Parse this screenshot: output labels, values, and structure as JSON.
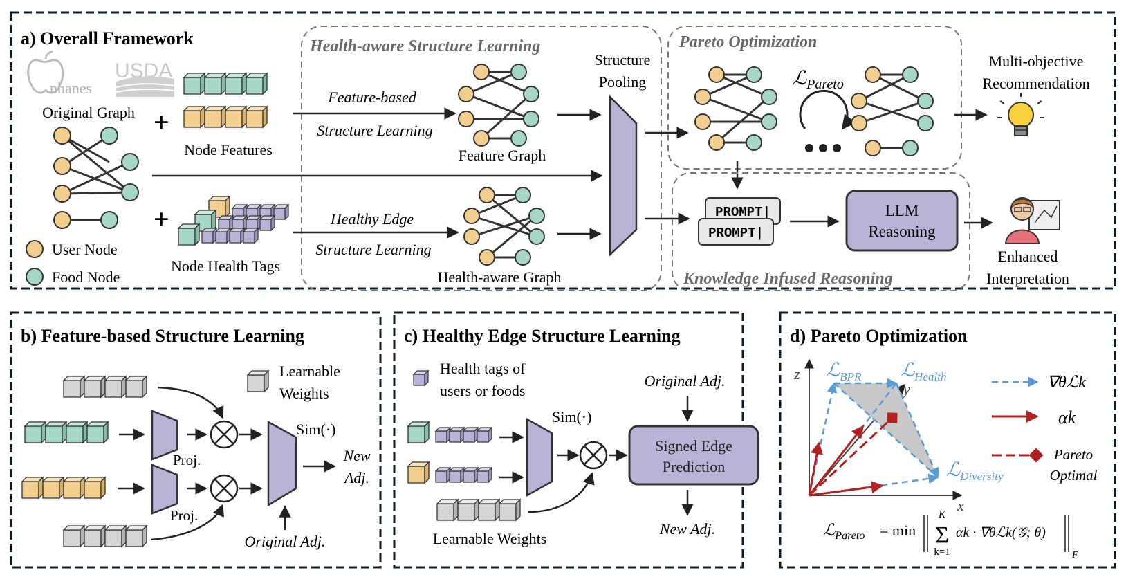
{
  "panel_a": {
    "title": "a) Overall Framework",
    "original_graph": "Original Graph",
    "logo_nhanes": "nhanes",
    "logo_usda": "USDA",
    "node_features": "Node Features",
    "node_health_tags": "Node Health Tags",
    "legend_user": "User Node",
    "legend_food": "Food Node",
    "health_aware_box": "Health-aware Structure Learning",
    "feature_based_1": "Feature-based",
    "feature_based_2": "Structure Learning",
    "healthy_edge_1": "Healthy Edge",
    "healthy_edge_2": "Structure Learning",
    "feature_graph": "Feature Graph",
    "health_aware_graph": "Health-aware Graph",
    "structure_pooling_1": "Structure",
    "structure_pooling_2": "Pooling",
    "pareto_box": "Pareto Optimization",
    "loss_pareto_main": "ℒ",
    "loss_pareto_sub": "Pareto",
    "multi_objective_1": "Multi-objective",
    "multi_objective_2": "Recommendation",
    "prompt": "PROMPT|",
    "llm_1": "LLM",
    "llm_2": "Reasoning",
    "knowledge_box": "Knowledge Infused Reasoning",
    "enhanced_1": "Enhanced",
    "enhanced_2": "Interpretation"
  },
  "panel_b": {
    "title": "b) Feature-based Structure Learning",
    "learnable_1": "Learnable",
    "learnable_2": "Weights",
    "proj": "Proj.",
    "sim": "Sim(·)",
    "new_adj_1": "New",
    "new_adj_2": "Adj.",
    "original_adj": "Original Adj."
  },
  "panel_c": {
    "title": "c) Healthy Edge Structure Learning",
    "health_tags_1": "Health tags of",
    "health_tags_2": "users or foods",
    "original_adj": "Original Adj.",
    "sim": "Sim(·)",
    "signed_1": "Signed Edge",
    "signed_2": "Prediction",
    "new_adj": "New Adj.",
    "learnable": "Learnable Weights"
  },
  "panel_d": {
    "title": "d) Pareto Optimization",
    "axis_z": "z",
    "axis_y": "y",
    "axis_x": "x",
    "l_bpr_sub": "BPR",
    "l_health_sub": "Health",
    "l_diversity_sub": "Diversity",
    "legend_grad": "∇θℒk",
    "legend_alpha": "αk",
    "legend_pareto_1": "Pareto",
    "legend_pareto_2": "Optimal",
    "formula_lhs_sub": "Pareto",
    "formula_rhs": "= min",
    "formula_sum_top": "K",
    "formula_sum_bottom": "k=1",
    "formula_body": "αk · ∇θℒk(𝒢; θ)",
    "formula_norm_sub": "F"
  },
  "colors": {
    "user_node": "#f2cf8e",
    "food_node": "#a7d8c5",
    "tag": "#b9b4d6",
    "learnable": "#d4d4d4",
    "border_dark": "#0d1e2b",
    "red": "#b22222",
    "blue": "#5b9bd5"
  }
}
